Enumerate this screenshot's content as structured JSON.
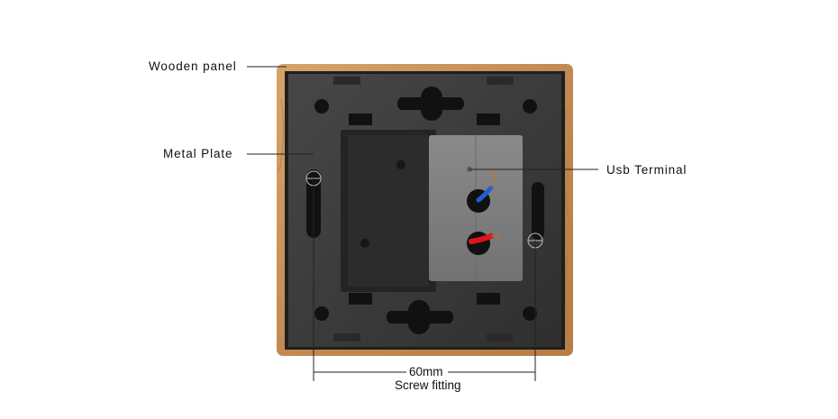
{
  "labels": {
    "wooden_panel": "Wooden panel",
    "metal_plate": "Metal Plate",
    "usb_terminal": "Usb Terminal",
    "dimension": "60mm",
    "dimension_caption": "Screw fitting"
  },
  "colors": {
    "wood": "#c8935c",
    "metal_plate": "#3c3c3c",
    "terminal_block": "#7e7e7e",
    "blue_wire": "#1f5fd6",
    "red_wire": "#e0141a"
  }
}
